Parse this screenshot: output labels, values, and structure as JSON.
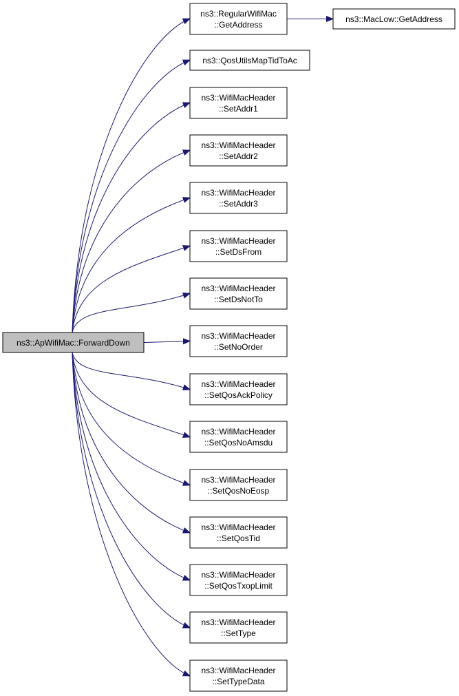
{
  "colors": {
    "edge": "#191970",
    "node_border": "#000000",
    "root_fill": "#bfbfbf",
    "node_fill": "#ffffff"
  },
  "root": {
    "lines": [
      "ns3::ApWifiMac::ForwardDown"
    ]
  },
  "callees": [
    {
      "lines": [
        "ns3::RegularWifiMac",
        "::GetAddress"
      ]
    },
    {
      "lines": [
        "ns3::QosUtilsMapTidToAc"
      ]
    },
    {
      "lines": [
        "ns3::WifiMacHeader",
        "::SetAddr1"
      ]
    },
    {
      "lines": [
        "ns3::WifiMacHeader",
        "::SetAddr2"
      ]
    },
    {
      "lines": [
        "ns3::WifiMacHeader",
        "::SetAddr3"
      ]
    },
    {
      "lines": [
        "ns3::WifiMacHeader",
        "::SetDsFrom"
      ]
    },
    {
      "lines": [
        "ns3::WifiMacHeader",
        "::SetDsNotTo"
      ]
    },
    {
      "lines": [
        "ns3::WifiMacHeader",
        "::SetNoOrder"
      ]
    },
    {
      "lines": [
        "ns3::WifiMacHeader",
        "::SetQosAckPolicy"
      ]
    },
    {
      "lines": [
        "ns3::WifiMacHeader",
        "::SetQosNoAmsdu"
      ]
    },
    {
      "lines": [
        "ns3::WifiMacHeader",
        "::SetQosNoEosp"
      ]
    },
    {
      "lines": [
        "ns3::WifiMacHeader",
        "::SetQosTid"
      ]
    },
    {
      "lines": [
        "ns3::WifiMacHeader",
        "::SetQosTxopLimit"
      ]
    },
    {
      "lines": [
        "ns3::WifiMacHeader",
        "::SetType"
      ]
    },
    {
      "lines": [
        "ns3::WifiMacHeader",
        "::SetTypeData"
      ]
    }
  ],
  "second_level": [
    {
      "lines": [
        "ns3::MacLow::GetAddress"
      ]
    }
  ]
}
